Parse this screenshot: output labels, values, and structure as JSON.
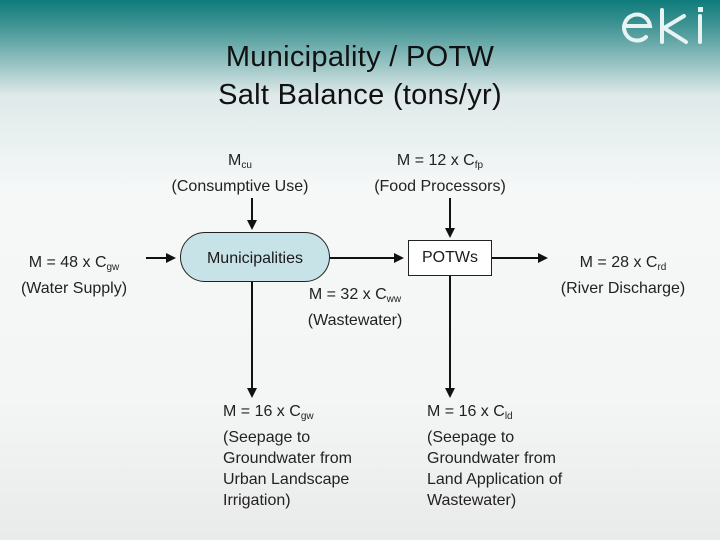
{
  "title": {
    "line1": "Municipality / POTW",
    "line2": "Salt Balance (tons/yr)"
  },
  "logo": {
    "text": "eki",
    "icon": "eki-logo"
  },
  "nodes": {
    "municipalities": "Municipalities",
    "potws": "POTWs"
  },
  "flows": {
    "consumptive_use": {
      "m": "M",
      "sub": "cu",
      "desc": "(Consumptive Use)"
    },
    "food_processors": {
      "m": "M = 12 x C",
      "sub": "fp",
      "desc": "(Food Processors)"
    },
    "water_supply": {
      "m": "M = 48 x C",
      "sub": "gw",
      "desc": "(Water Supply)"
    },
    "wastewater": {
      "m": "M = 32 x C",
      "sub": "ww",
      "desc": "(Wastewater)"
    },
    "river_discharge": {
      "m": "M = 28 x C",
      "sub": "rd",
      "desc": "(River Discharge)"
    },
    "seepage_urban": {
      "m": "M = 16 x C",
      "sub": "gw",
      "lines": [
        "(Seepage to",
        "Groundwater from",
        "Urban Landscape",
        "Irrigation)"
      ]
    },
    "seepage_land": {
      "m": "M = 16 x C",
      "sub": "ld",
      "lines": [
        "(Seepage to",
        "Groundwater from",
        "Land Application of",
        "Wastewater)"
      ]
    }
  },
  "colors": {
    "municipality_fill": "#c7e3e7",
    "potw_fill": "#ffffff",
    "header_teal": "#0f7a7a"
  }
}
